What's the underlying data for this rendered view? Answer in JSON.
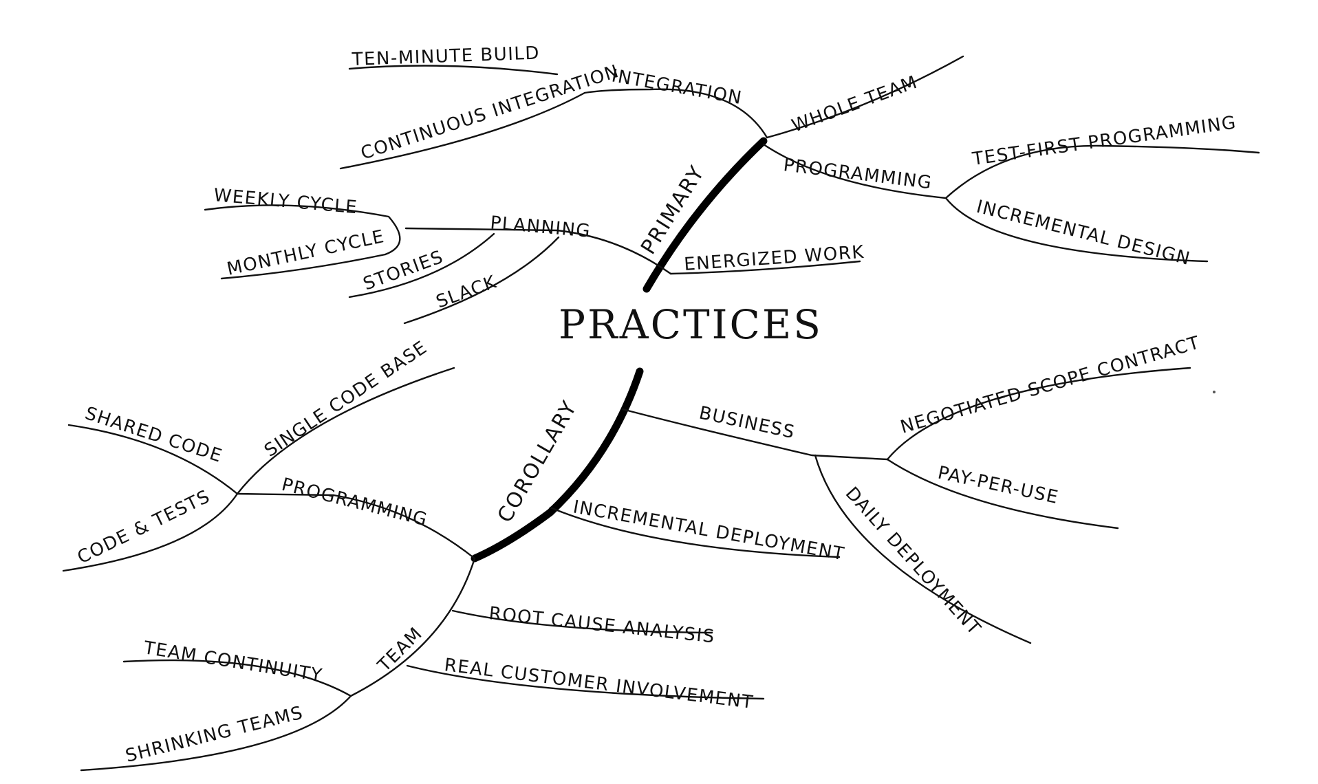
{
  "center": "PRACTICES",
  "primary": {
    "label": "PRIMARY",
    "whole_team": "WHOLE TEAM",
    "energized_work": "ENERGIZED WORK",
    "integration": {
      "label": "INTEGRATION",
      "continuous_integration": "CONTINUOUS INTEGRATION",
      "ten_minute_build": "TEN-MINUTE BUILD"
    },
    "programming": {
      "label": "PROGRAMMING",
      "test_first": "TEST-FIRST PROGRAMMING",
      "incremental_design": "INCREMENTAL DESIGN"
    },
    "planning": {
      "label": "PLANNING",
      "weekly_cycle": "WEEKLY CYCLE",
      "monthly_cycle": "MONTHLY CYCLE",
      "stories": "STORIES",
      "slack": "SLACK"
    }
  },
  "corollary": {
    "label": "COROLLARY",
    "incremental_deployment": "INCREMENTAL DEPLOYMENT",
    "root_cause": "ROOT CAUSE ANALYSIS",
    "business": {
      "label": "BUSINESS",
      "negotiated": "NEGOTIATED SCOPE CONTRACT",
      "pay_per_use": "PAY-PER-USE",
      "daily_deployment": "DAILY DEPLOYMENT"
    },
    "programming": {
      "label": "PROGRAMMING",
      "shared_code": "SHARED CODE",
      "single_code_base": "SINGLE CODE BASE",
      "code_tests": "CODE & TESTS"
    },
    "team": {
      "label": "TEAM",
      "continuity": "TEAM CONTINUITY",
      "shrinking": "SHRINKING TEAMS",
      "real_customer": "REAL CUSTOMER INVOLVEMENT"
    }
  }
}
